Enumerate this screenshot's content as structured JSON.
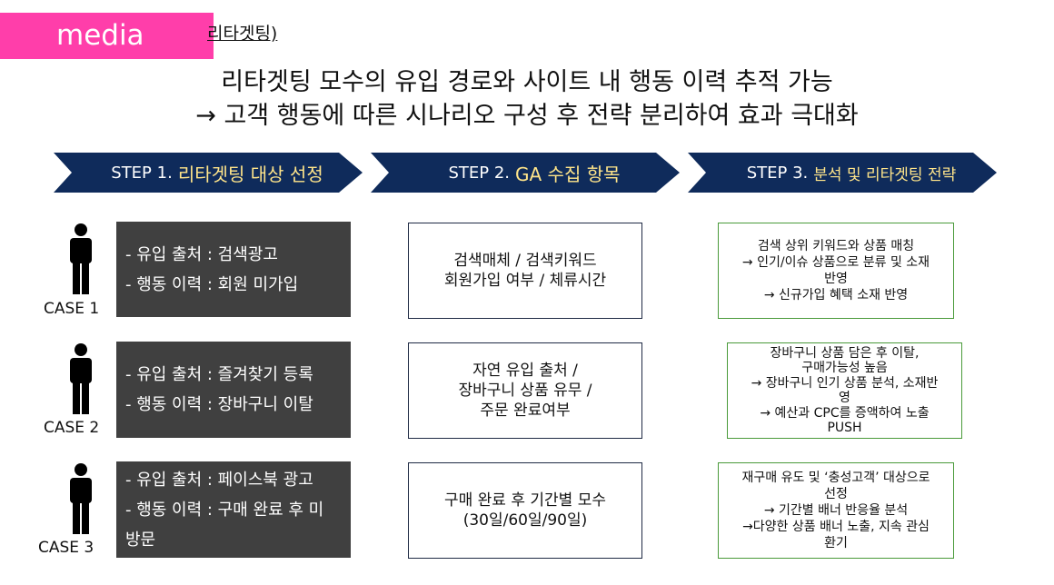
{
  "badge": "media",
  "subheading": "리타겟팅)",
  "headline": {
    "line1": "리타겟팅 모수의 유입 경로와 사이트 내 행동 이력 추적 가능",
    "line2": "→ 고객 행동에 따른 시나리오 구성 후 전략 분리하여 효과 극대화"
  },
  "steps": [
    {
      "prefix": "STEP 1.",
      "title": "리타겟팅 대상 선정"
    },
    {
      "prefix": "STEP 2.",
      "title": "GA 수집 항목"
    },
    {
      "prefix": "STEP 3.",
      "title": "분석 및 리타겟팅 전략"
    }
  ],
  "cases": [
    {
      "label": "CASE 1",
      "info": [
        "- 유입 출처 : 검색광고",
        "- 행동 이력 : 회원 미가입"
      ],
      "ga": [
        "검색매체 / 검색키워드",
        "회원가입 여부 / 체류시간"
      ],
      "strategy": [
        "검색 상위 키워드와 상품 매칭",
        "→ 인기/이슈 상품으로 분류 및 소재",
        "반영",
        "→ 신규가입 혜택 소재 반영"
      ]
    },
    {
      "label": "CASE 2",
      "info": [
        "- 유입 출처 : 즐겨찾기 등록",
        "- 행동 이력 : 장바구니 이탈"
      ],
      "ga": [
        "자연 유입 출처 /",
        "장바구니 상품 유무 /",
        "주문 완료여부"
      ],
      "strategy": [
        "장바구니 상품 담은 후 이탈,",
        "구매가능성 높음",
        "→ 장바구니 인기 상품 분석, 소재반",
        "영",
        "→ 예산과 CPC를 증액하여 노출",
        "PUSH"
      ]
    },
    {
      "label": "CASE 3",
      "info": [
        "- 유입 출처 : 페이스북 광고",
        "- 행동 이력 : 구매 완료 후 미",
        "방문"
      ],
      "ga": [
        "구매 완료 후 기간별 모수",
        "(30일/60일/90일)"
      ],
      "strategy": [
        "재구매 유도 및 ‘충성고객’ 대상으로",
        "선정",
        "→ 기간별 배너 반응율 분석",
        "→다양한 상품 배너 노출, 지속 관심",
        "환기"
      ]
    }
  ]
}
